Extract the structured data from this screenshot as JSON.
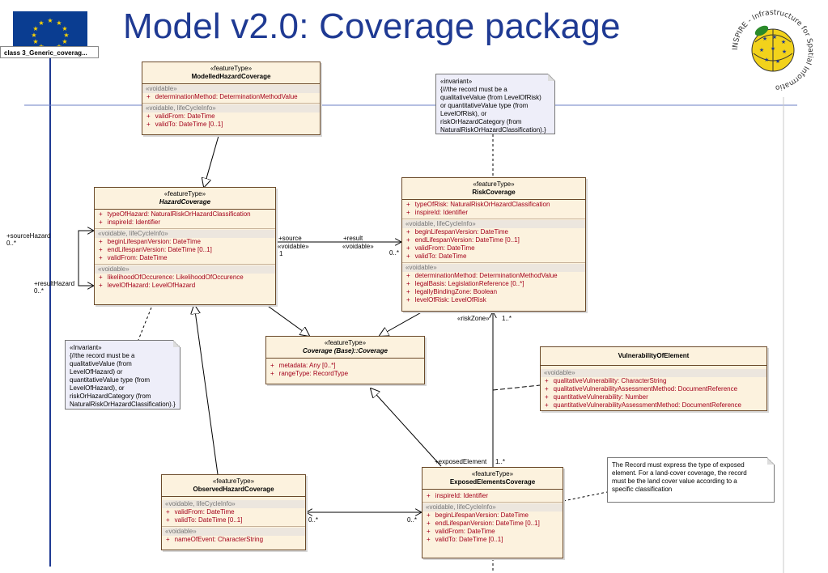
{
  "title": "Model v2.0: Coverage package",
  "tab": "class 3_Generic_coverag...",
  "logo_text": "INSPIRE - Infrastructure for Spatial Information in Europe",
  "colors": {
    "title": "#1f3a93",
    "class_fill": "#fcf2de",
    "note_fill": "#eeeef9",
    "attr_text": "#a3001b"
  },
  "classes": {
    "modelled": {
      "stereotype": "«featureType»",
      "name": "ModelledHazardCoverage",
      "sec1_label": "«voidable»",
      "a1": "determinationMethod:  DeterminationMethodValue",
      "sec2_label": "«voidable, lifeCycleInfo»",
      "a2": "validFrom:  DateTime",
      "a3": "validTo:  DateTime [0..1]"
    },
    "hazard": {
      "stereotype": "«featureType»",
      "name": "HazardCoverage",
      "a1": "typeOfHazard:  NaturalRiskOrHazardClassification",
      "a2": "inspireId:  Identifier",
      "sec2_label": "«voidable, lifeCycleInfo»",
      "a3": "beginLifespanVersion:  DateTime",
      "a4": "endLifespanVersion:  DateTime [0..1]",
      "a5": "validFrom:  DateTime",
      "sec3_label": "«voidable»",
      "a6": "likelihoodOfOccurence:  LikelihoodOfOccurence",
      "a7": "levelOfHazard:  LevelOfHazard"
    },
    "risk": {
      "stereotype": "«featureType»",
      "name": "RiskCoverage",
      "a1": "typeOfRisk:  NaturalRiskOrHazardClassification",
      "a2": "inspireId:  Identifier",
      "sec2_label": "«voidable, lifeCycleInfo»",
      "a3": "beginLifespanVersion:  DateTime",
      "a4": "endLifespanVersion:  DateTime [0..1]",
      "a5": "validFrom:  DateTime",
      "a6": "validTo:  DateTime",
      "sec3_label": "«voidable»",
      "a7": "determinationMethod:  DeterminationMethodValue",
      "a8": "legalBasis:  LegislationReference [0..*]",
      "a9": "legallyBindingZone:  Boolean",
      "a10": "levelOfRisk:  LevelOfRisk"
    },
    "coverage": {
      "stereotype": "«featureType»",
      "name": "Coverage (Base)::Coverage",
      "a1": "metadata:  Any [0..*]",
      "a2": "rangeType:  RecordType"
    },
    "vulnerability": {
      "name": "VulnerabilityOfElement",
      "sec1_label": "«voidable»",
      "a1": "qualitativeVulnerability:  CharacterString",
      "a2": "qualitativeVulnerabilityAssessmentMethod:  DocumentReference",
      "a3": "quantitativeVulnerability:  Number",
      "a4": "quantitativeVulnerabilityAssessmentMethod:  DocumentReference"
    },
    "observed": {
      "stereotype": "«featureType»",
      "name": "ObservedHazardCoverage",
      "sec1_label": "«voidable, lifeCycleInfo»",
      "a1": "validFrom:  DateTime",
      "a2": "validTo:  DateTime [0..1]",
      "sec2_label": "«voidable»",
      "a3": "nameOfEvent:  CharacterString"
    },
    "exposed": {
      "stereotype": "«featureType»",
      "name": "ExposedElementsCoverage",
      "a1": "inspireId:  Identifier",
      "sec2_label": "«voidable, lifeCycleInfo»",
      "a2": "beginLifespanVersion:  DateTime",
      "a3": "endLifespanVersion:  DateTime [0..1]",
      "a4": "validFrom:  DateTime",
      "a5": "validTo:  DateTime [0..1]"
    }
  },
  "notes": {
    "risk_invariant": {
      "l1": "«invariant»",
      "l2": "{///the record must be a",
      "l3": "qualitativeValue (from LevelOfRisk)",
      "l4": "or quantitativeValue type  (from",
      "l5": "LevelOfRisk), or",
      "l6": "riskOrHazardCategory (from",
      "l7": "NaturalRiskOrHazardClassification).}"
    },
    "hazard_invariant": {
      "l1": "«Invariant»",
      "l2": "{//the record must be a",
      "l3": "qualitativeValue (from",
      "l4": "LevelOfHazard) or",
      "l5": "quantitativeValue type  (from",
      "l6": "LevelOfHazard), or",
      "l7": "riskOrHazardCategory (from",
      "l8": "NaturalRiskOrHazardClassification).}"
    },
    "exposed_note": {
      "l1": "The Record must express the type of exposed",
      "l2": "element. For a land-cover coverage, the record",
      "l3": "must be the land cover value according to a",
      "l4": "specific classification"
    }
  },
  "labels": {
    "source_hazard": "+sourceHazard",
    "source_hazard_mult": "0..*",
    "result_hazard": "+resultHazard",
    "result_hazard_mult": "0..*",
    "source": "+source",
    "source_voidable": "«voidable»",
    "source_mult": "1",
    "result": "+result",
    "result_voidable": "«voidable»",
    "result_mult": "0..*",
    "risk_zone": "«riskZone»",
    "risk_zone_mult": "1..*",
    "exposed_element": "+exposedElement",
    "exposed_element_mult": "1..*",
    "obs_mult": "0..*",
    "exp_mult": "0..*"
  }
}
